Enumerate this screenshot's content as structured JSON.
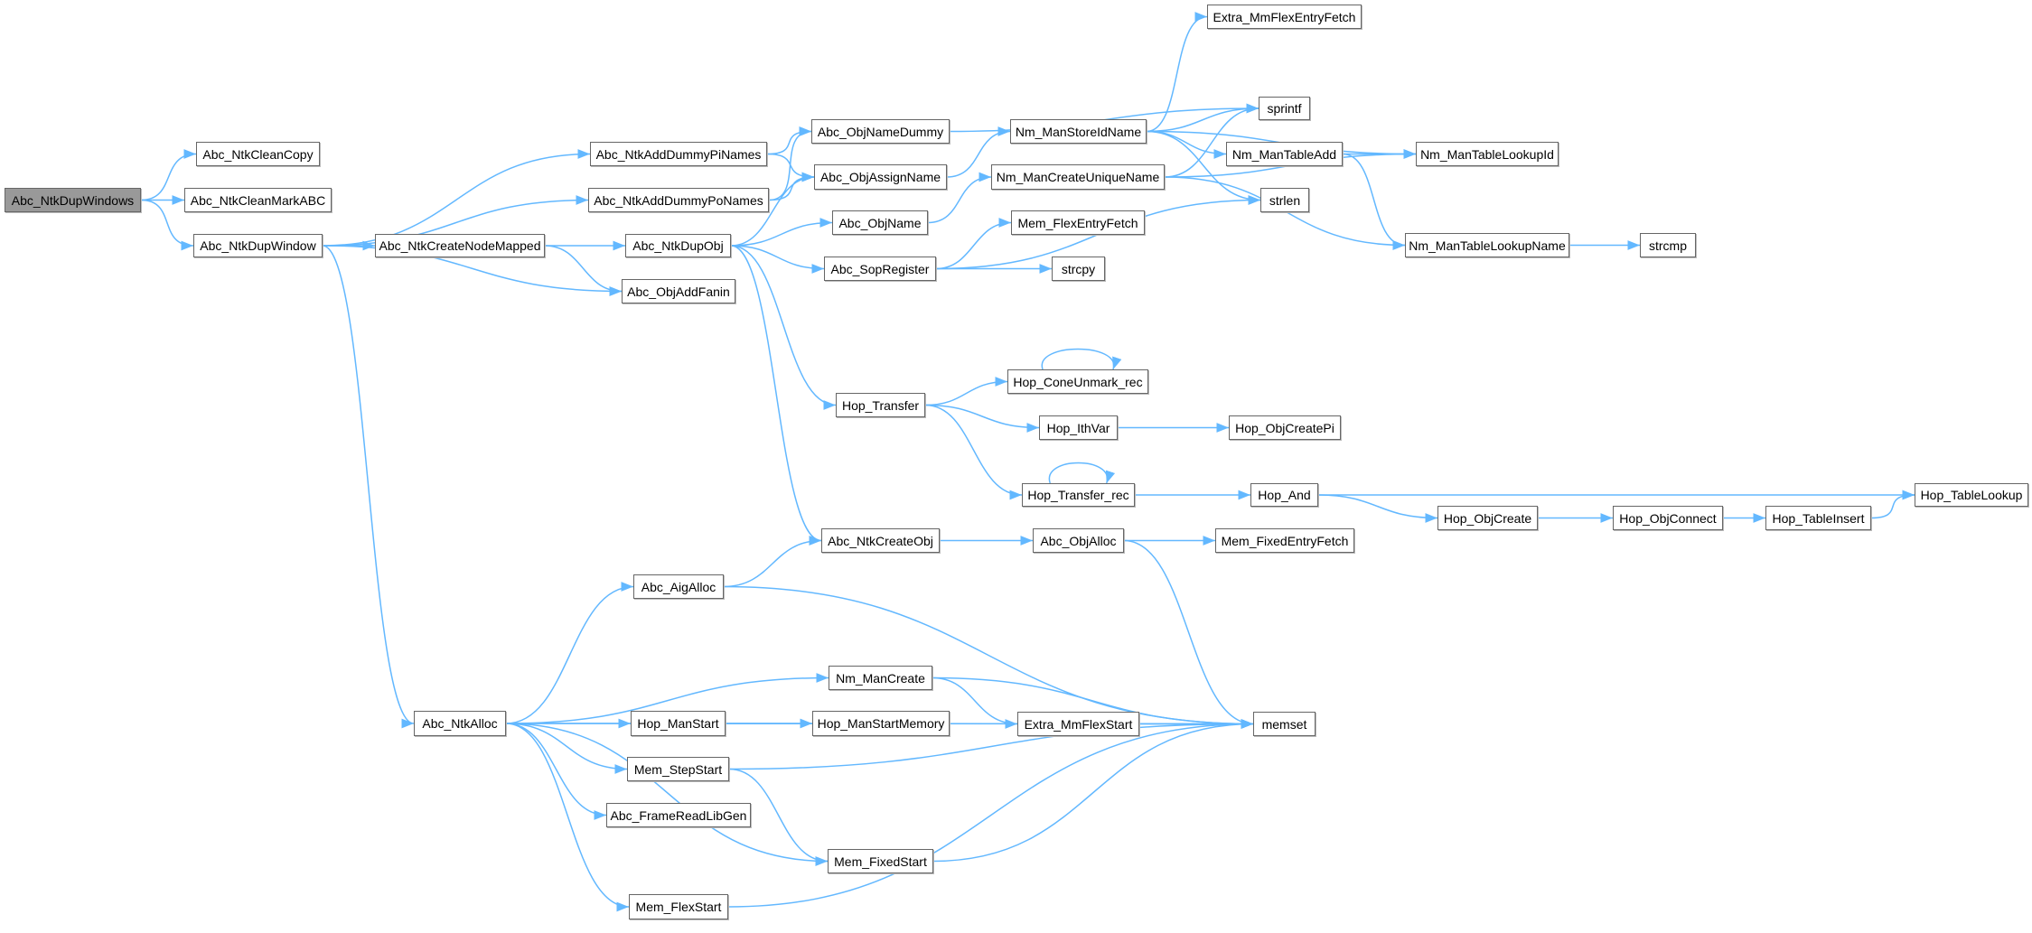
{
  "graph": {
    "type": "call-graph",
    "root": "Abc_NtkDupWindows",
    "edge_color": "#63b8ff",
    "root_fill": "#999999",
    "nodes": {
      "dupwindows": "Abc_NtkDupWindows",
      "cleancopy": "Abc_NtkCleanCopy",
      "cleanmark": "Abc_NtkCleanMarkABC",
      "dupwindow": "Abc_NtkDupWindow",
      "addpi": "Abc_NtkAddDummyPiNames",
      "addpo": "Abc_NtkAddDummyPoNames",
      "createnode": "Abc_NtkCreateNodeMapped",
      "dupobj": "Abc_NtkDupObj",
      "addfanin": "Abc_ObjAddFanin",
      "namedummy": "Abc_ObjNameDummy",
      "assignname": "Abc_ObjAssignName",
      "objname": "Abc_ObjName",
      "sopreg": "Abc_SopRegister",
      "hoptransfer": "Hop_Transfer",
      "extrafetch": "Extra_MmFlexEntryFetch",
      "sprintf": "sprintf",
      "storeid": "Nm_ManStoreIdName",
      "uniquename": "Nm_ManCreateUniqueName",
      "memflexfetch": "Mem_FlexEntryFetch",
      "strcpy": "strcpy",
      "tableadd": "Nm_ManTableAdd",
      "strlen": "strlen",
      "lookupid": "Nm_ManTableLookupId",
      "lookupname": "Nm_ManTableLookupName",
      "strcmp": "strcmp",
      "coneunmark": "Hop_ConeUnmark_rec",
      "ithvar": "Hop_IthVar",
      "objcreatepi": "Hop_ObjCreatePi",
      "transferrec": "Hop_Transfer_rec",
      "hopand": "Hop_And",
      "tablelookup": "Hop_TableLookup",
      "objcreate": "Hop_ObjCreate",
      "objconnect": "Hop_ObjConnect",
      "tableinsert": "Hop_TableInsert",
      "createobj": "Abc_NtkCreateObj",
      "objalloc": "Abc_ObjAlloc",
      "fixedentry": "Mem_FixedEntryFetch",
      "aigalloc": "Abc_AigAlloc",
      "nmcreate": "Nm_ManCreate",
      "ntkalloc": "Abc_NtkAlloc",
      "hopmanstart": "Hop_ManStart",
      "hopmanmem": "Hop_ManStartMemory",
      "memstep": "Mem_StepStart",
      "readlib": "Abc_FrameReadLibGen",
      "memfixed": "Mem_FixedStart",
      "memflex": "Mem_FlexStart",
      "extraflexstart": "Extra_MmFlexStart",
      "memset": "memset"
    },
    "edges": [
      [
        "dupwindows",
        "cleancopy"
      ],
      [
        "dupwindows",
        "cleanmark"
      ],
      [
        "dupwindows",
        "dupwindow"
      ],
      [
        "dupwindow",
        "addpi"
      ],
      [
        "dupwindow",
        "addpo"
      ],
      [
        "dupwindow",
        "createnode"
      ],
      [
        "dupwindow",
        "addfanin"
      ],
      [
        "dupwindow",
        "ntkalloc"
      ],
      [
        "createnode",
        "dupobj"
      ],
      [
        "createnode",
        "addfanin"
      ],
      [
        "addpi",
        "namedummy"
      ],
      [
        "addpi",
        "assignname"
      ],
      [
        "addpo",
        "namedummy"
      ],
      [
        "addpo",
        "assignname"
      ],
      [
        "namedummy",
        "sprintf"
      ],
      [
        "assignname",
        "storeid"
      ],
      [
        "dupobj",
        "assignname"
      ],
      [
        "dupobj",
        "objname"
      ],
      [
        "dupobj",
        "sopreg"
      ],
      [
        "dupobj",
        "hoptransfer"
      ],
      [
        "dupobj",
        "createobj"
      ],
      [
        "objname",
        "uniquename"
      ],
      [
        "sopreg",
        "memflexfetch"
      ],
      [
        "sopreg",
        "strcpy"
      ],
      [
        "sopreg",
        "strlen"
      ],
      [
        "storeid",
        "extrafetch"
      ],
      [
        "storeid",
        "sprintf"
      ],
      [
        "storeid",
        "lookupid"
      ],
      [
        "storeid",
        "tableadd"
      ],
      [
        "storeid",
        "strlen"
      ],
      [
        "uniquename",
        "sprintf"
      ],
      [
        "uniquename",
        "lookupid"
      ],
      [
        "uniquename",
        "lookupname"
      ],
      [
        "tableadd",
        "lookupid"
      ],
      [
        "tableadd",
        "lookupname"
      ],
      [
        "lookupname",
        "strcmp"
      ],
      [
        "hoptransfer",
        "coneunmark"
      ],
      [
        "hoptransfer",
        "ithvar"
      ],
      [
        "hoptransfer",
        "transferrec"
      ],
      [
        "coneunmark",
        "coneunmark"
      ],
      [
        "transferrec",
        "transferrec"
      ],
      [
        "transferrec",
        "hopand"
      ],
      [
        "ithvar",
        "objcreatepi"
      ],
      [
        "hopand",
        "tablelookup"
      ],
      [
        "hopand",
        "objcreate"
      ],
      [
        "objcreate",
        "objconnect"
      ],
      [
        "objconnect",
        "tableinsert"
      ],
      [
        "tableinsert",
        "tablelookup"
      ],
      [
        "createobj",
        "objalloc"
      ],
      [
        "objalloc",
        "fixedentry"
      ],
      [
        "objalloc",
        "memset"
      ],
      [
        "aigalloc",
        "createobj"
      ],
      [
        "aigalloc",
        "memset"
      ],
      [
        "ntkalloc",
        "aigalloc"
      ],
      [
        "ntkalloc",
        "memset"
      ],
      [
        "ntkalloc",
        "nmcreate"
      ],
      [
        "ntkalloc",
        "hopmanstart"
      ],
      [
        "ntkalloc",
        "memstep"
      ],
      [
        "ntkalloc",
        "readlib"
      ],
      [
        "ntkalloc",
        "memfixed"
      ],
      [
        "ntkalloc",
        "memflex"
      ],
      [
        "nmcreate",
        "memset"
      ],
      [
        "nmcreate",
        "extraflexstart"
      ],
      [
        "hopmanstart",
        "hopmanmem"
      ],
      [
        "hopmanstart",
        "memset"
      ],
      [
        "memstep",
        "memset"
      ],
      [
        "memstep",
        "memfixed"
      ],
      [
        "extraflexstart",
        "memset"
      ],
      [
        "memfixed",
        "memset"
      ],
      [
        "memflex",
        "memset"
      ]
    ]
  }
}
